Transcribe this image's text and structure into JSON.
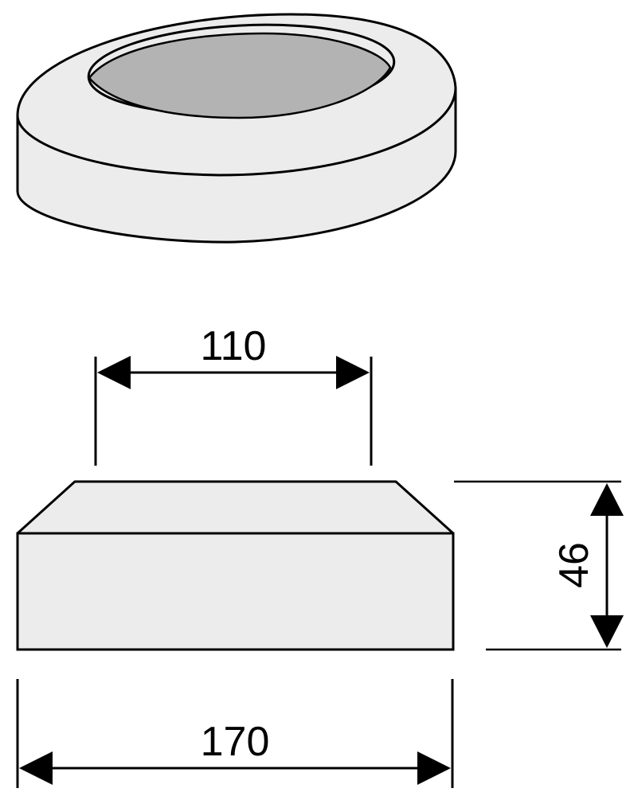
{
  "diagram": {
    "dimensions": {
      "inner_width": "110",
      "height": "46",
      "outer_width": "170"
    },
    "colors": {
      "line": "#000000",
      "body_fill": "#ececec",
      "inner_fill": "#b3b3b3",
      "background": "#ffffff"
    }
  }
}
